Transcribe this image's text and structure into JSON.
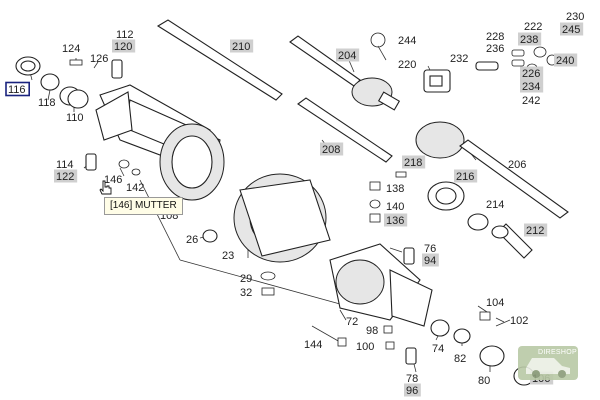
{
  "parts": [
    {
      "n": "116",
      "style": "selected"
    },
    {
      "n": "118",
      "style": "plain"
    },
    {
      "n": "124",
      "style": "plain"
    },
    {
      "n": "126",
      "style": "plain"
    },
    {
      "n": "112",
      "style": "plain"
    },
    {
      "n": "120",
      "style": "highlight"
    },
    {
      "n": "110",
      "style": "plain"
    },
    {
      "n": "210",
      "style": "highlight"
    },
    {
      "n": "204",
      "style": "highlight"
    },
    {
      "n": "244",
      "style": "plain"
    },
    {
      "n": "220",
      "style": "plain"
    },
    {
      "n": "232",
      "style": "plain"
    },
    {
      "n": "228",
      "style": "plain"
    },
    {
      "n": "222",
      "style": "plain"
    },
    {
      "n": "230",
      "style": "plain"
    },
    {
      "n": "238",
      "style": "highlight"
    },
    {
      "n": "245",
      "style": "highlight"
    },
    {
      "n": "236",
      "style": "plain"
    },
    {
      "n": "226",
      "style": "highlight"
    },
    {
      "n": "240",
      "style": "highlight"
    },
    {
      "n": "234",
      "style": "highlight"
    },
    {
      "n": "242",
      "style": "plain"
    },
    {
      "n": "208",
      "style": "highlight"
    },
    {
      "n": "218",
      "style": "highlight"
    },
    {
      "n": "216",
      "style": "highlight"
    },
    {
      "n": "206",
      "style": "plain"
    },
    {
      "n": "114",
      "style": "plain"
    },
    {
      "n": "122",
      "style": "highlight"
    },
    {
      "n": "146",
      "style": "plain"
    },
    {
      "n": "142",
      "style": "plain"
    },
    {
      "n": "108",
      "style": "plain"
    },
    {
      "n": "138",
      "style": "plain"
    },
    {
      "n": "140",
      "style": "plain"
    },
    {
      "n": "136",
      "style": "highlight"
    },
    {
      "n": "214",
      "style": "plain"
    },
    {
      "n": "212",
      "style": "highlight"
    },
    {
      "n": "26",
      "style": "plain"
    },
    {
      "n": "23",
      "style": "plain"
    },
    {
      "n": "76",
      "style": "plain"
    },
    {
      "n": "94",
      "style": "highlight"
    },
    {
      "n": "29",
      "style": "plain"
    },
    {
      "n": "32",
      "style": "plain"
    },
    {
      "n": "104",
      "style": "plain"
    },
    {
      "n": "72",
      "style": "plain"
    },
    {
      "n": "102",
      "style": "plain"
    },
    {
      "n": "144",
      "style": "plain"
    },
    {
      "n": "98",
      "style": "plain"
    },
    {
      "n": "100",
      "style": "plain"
    },
    {
      "n": "74",
      "style": "plain"
    },
    {
      "n": "82",
      "style": "plain"
    },
    {
      "n": "78",
      "style": "plain"
    },
    {
      "n": "96",
      "style": "highlight"
    },
    {
      "n": "80",
      "style": "plain"
    },
    {
      "n": "106",
      "style": "highlight"
    }
  ],
  "tooltip": {
    "text": "[146]  MUTTER"
  },
  "logo": {
    "text": "DIRESHOP"
  },
  "icons": {
    "cursor": "hand-pointer-icon",
    "part_marker": "small-square-icon"
  }
}
